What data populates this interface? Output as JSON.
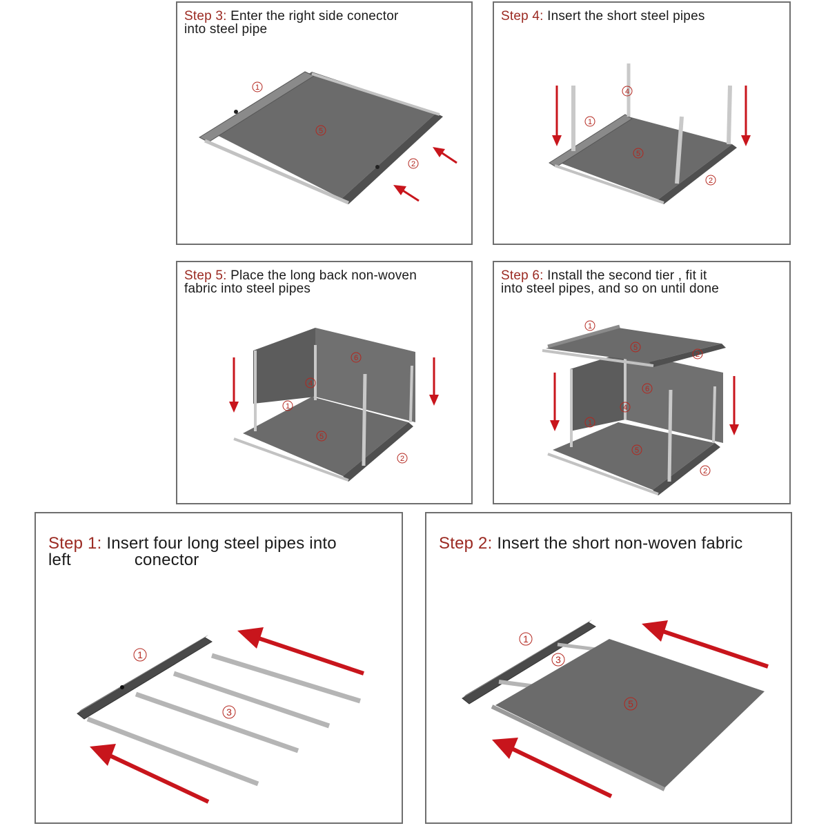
{
  "colors": {
    "step_label": "#9b2a22",
    "arrow": "#c8151c",
    "fabric": "#6b6b6b",
    "pipe": "#bfbfbf",
    "frame": "#4a4a4a"
  },
  "steps": {
    "s3": {
      "label": "Step 3:",
      "text1": " Enter the right side conector",
      "text2": "into steel pipe"
    },
    "s4": {
      "label": "Step 4:",
      "text1": " Insert the short steel pipes"
    },
    "s5": {
      "label": "Step 5:",
      "text1": " Place the long back non-woven",
      "text2": "fabric into steel pipes"
    },
    "s6": {
      "label": "Step 6:",
      "text1": " Install the second tier , fit it",
      "text2": "into steel pipes, and so on until done"
    },
    "s1": {
      "label": "Step 1:",
      "text1": " Insert four long steel pipes into",
      "text2a": "left",
      "text2b": "conector"
    },
    "s2": {
      "label": "Step 2:",
      "text1": " Insert the short non-woven fabric"
    }
  },
  "parts": {
    "p1": "1",
    "p2": "2",
    "p3": "3",
    "p4": "4",
    "p5": "5",
    "p6": "6"
  }
}
